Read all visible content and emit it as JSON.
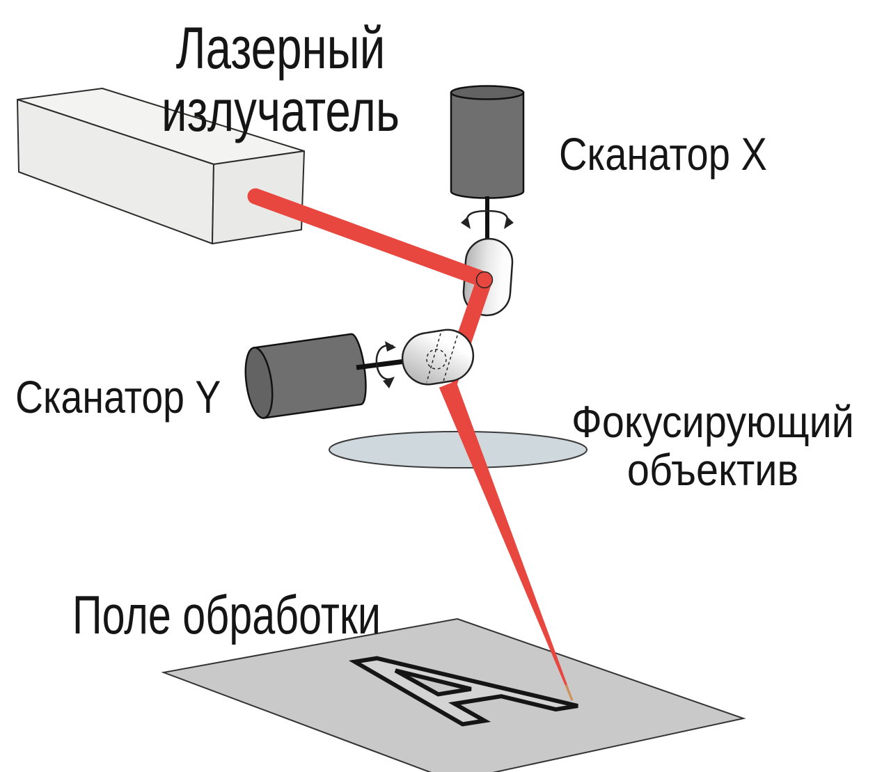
{
  "labels": {
    "laser_emitter_line1": "Лазерный",
    "laser_emitter_line2": "излучатель",
    "scanner_x": "Сканатор X",
    "scanner_y": "Сканатор Y",
    "lens_line1": "Фокусирующий",
    "lens_line2": "объектив",
    "work_field": "Поле обработки"
  },
  "engraving": {
    "letter": "А"
  },
  "colors": {
    "beam_red": "#e8473f",
    "beam_tip_orange": "#cf9051",
    "motor_gray": "#6f6f6f",
    "motor_cap_gray": "#636363",
    "field_gray": "#c9c9c9",
    "lens_blue_gray": "#cfd9dd",
    "emitter_face": "#ececeb",
    "emitter_top": "#f3f3f2",
    "emitter_side": "#e9e9e8",
    "letter_gray": "#d4d4d4"
  }
}
